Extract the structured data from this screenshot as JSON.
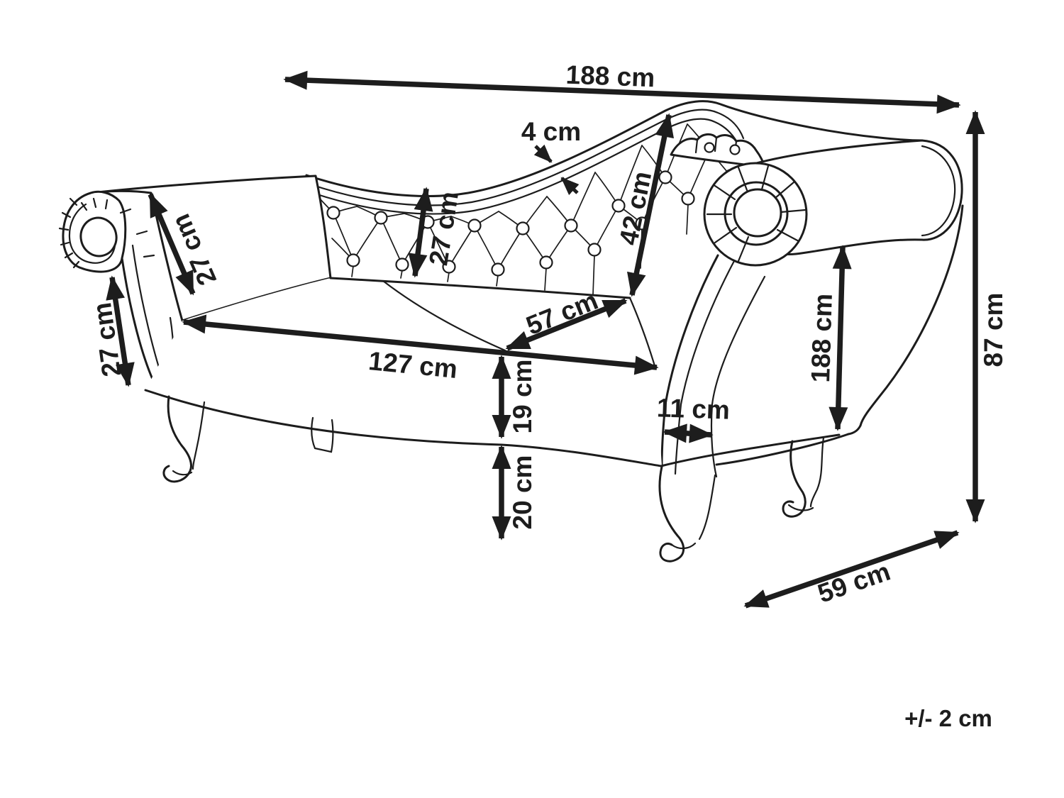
{
  "diagram": {
    "kind": "chaise-longue dimension drawing",
    "unit": "cm",
    "ink_color": "#1d1d1d",
    "background_color": "#ffffff"
  },
  "annotations": [
    {
      "name": "overall-width-top",
      "label": "188 cm"
    },
    {
      "name": "backrest-trim-thickness",
      "label": "4 cm"
    },
    {
      "name": "backrest-height",
      "label": "27 cm"
    },
    {
      "name": "backrest-diagonal",
      "label": "42 cm"
    },
    {
      "name": "armrest-top-width",
      "label": "27 cm"
    },
    {
      "name": "armrest-front-height",
      "label": "27 cm"
    },
    {
      "name": "seat-depth-right",
      "label": "57 cm"
    },
    {
      "name": "seat-length",
      "label": "127 cm"
    },
    {
      "name": "seat-frame-height",
      "label": "19 cm"
    },
    {
      "name": "leg-height",
      "label": "20 cm"
    },
    {
      "name": "arm-front-width",
      "label": "11 cm"
    },
    {
      "name": "side-length",
      "label": "188 cm"
    },
    {
      "name": "overall-height",
      "label": "87 cm"
    },
    {
      "name": "overall-depth",
      "label": "59 cm"
    },
    {
      "name": "tolerance",
      "label": "+/- 2 cm"
    }
  ]
}
